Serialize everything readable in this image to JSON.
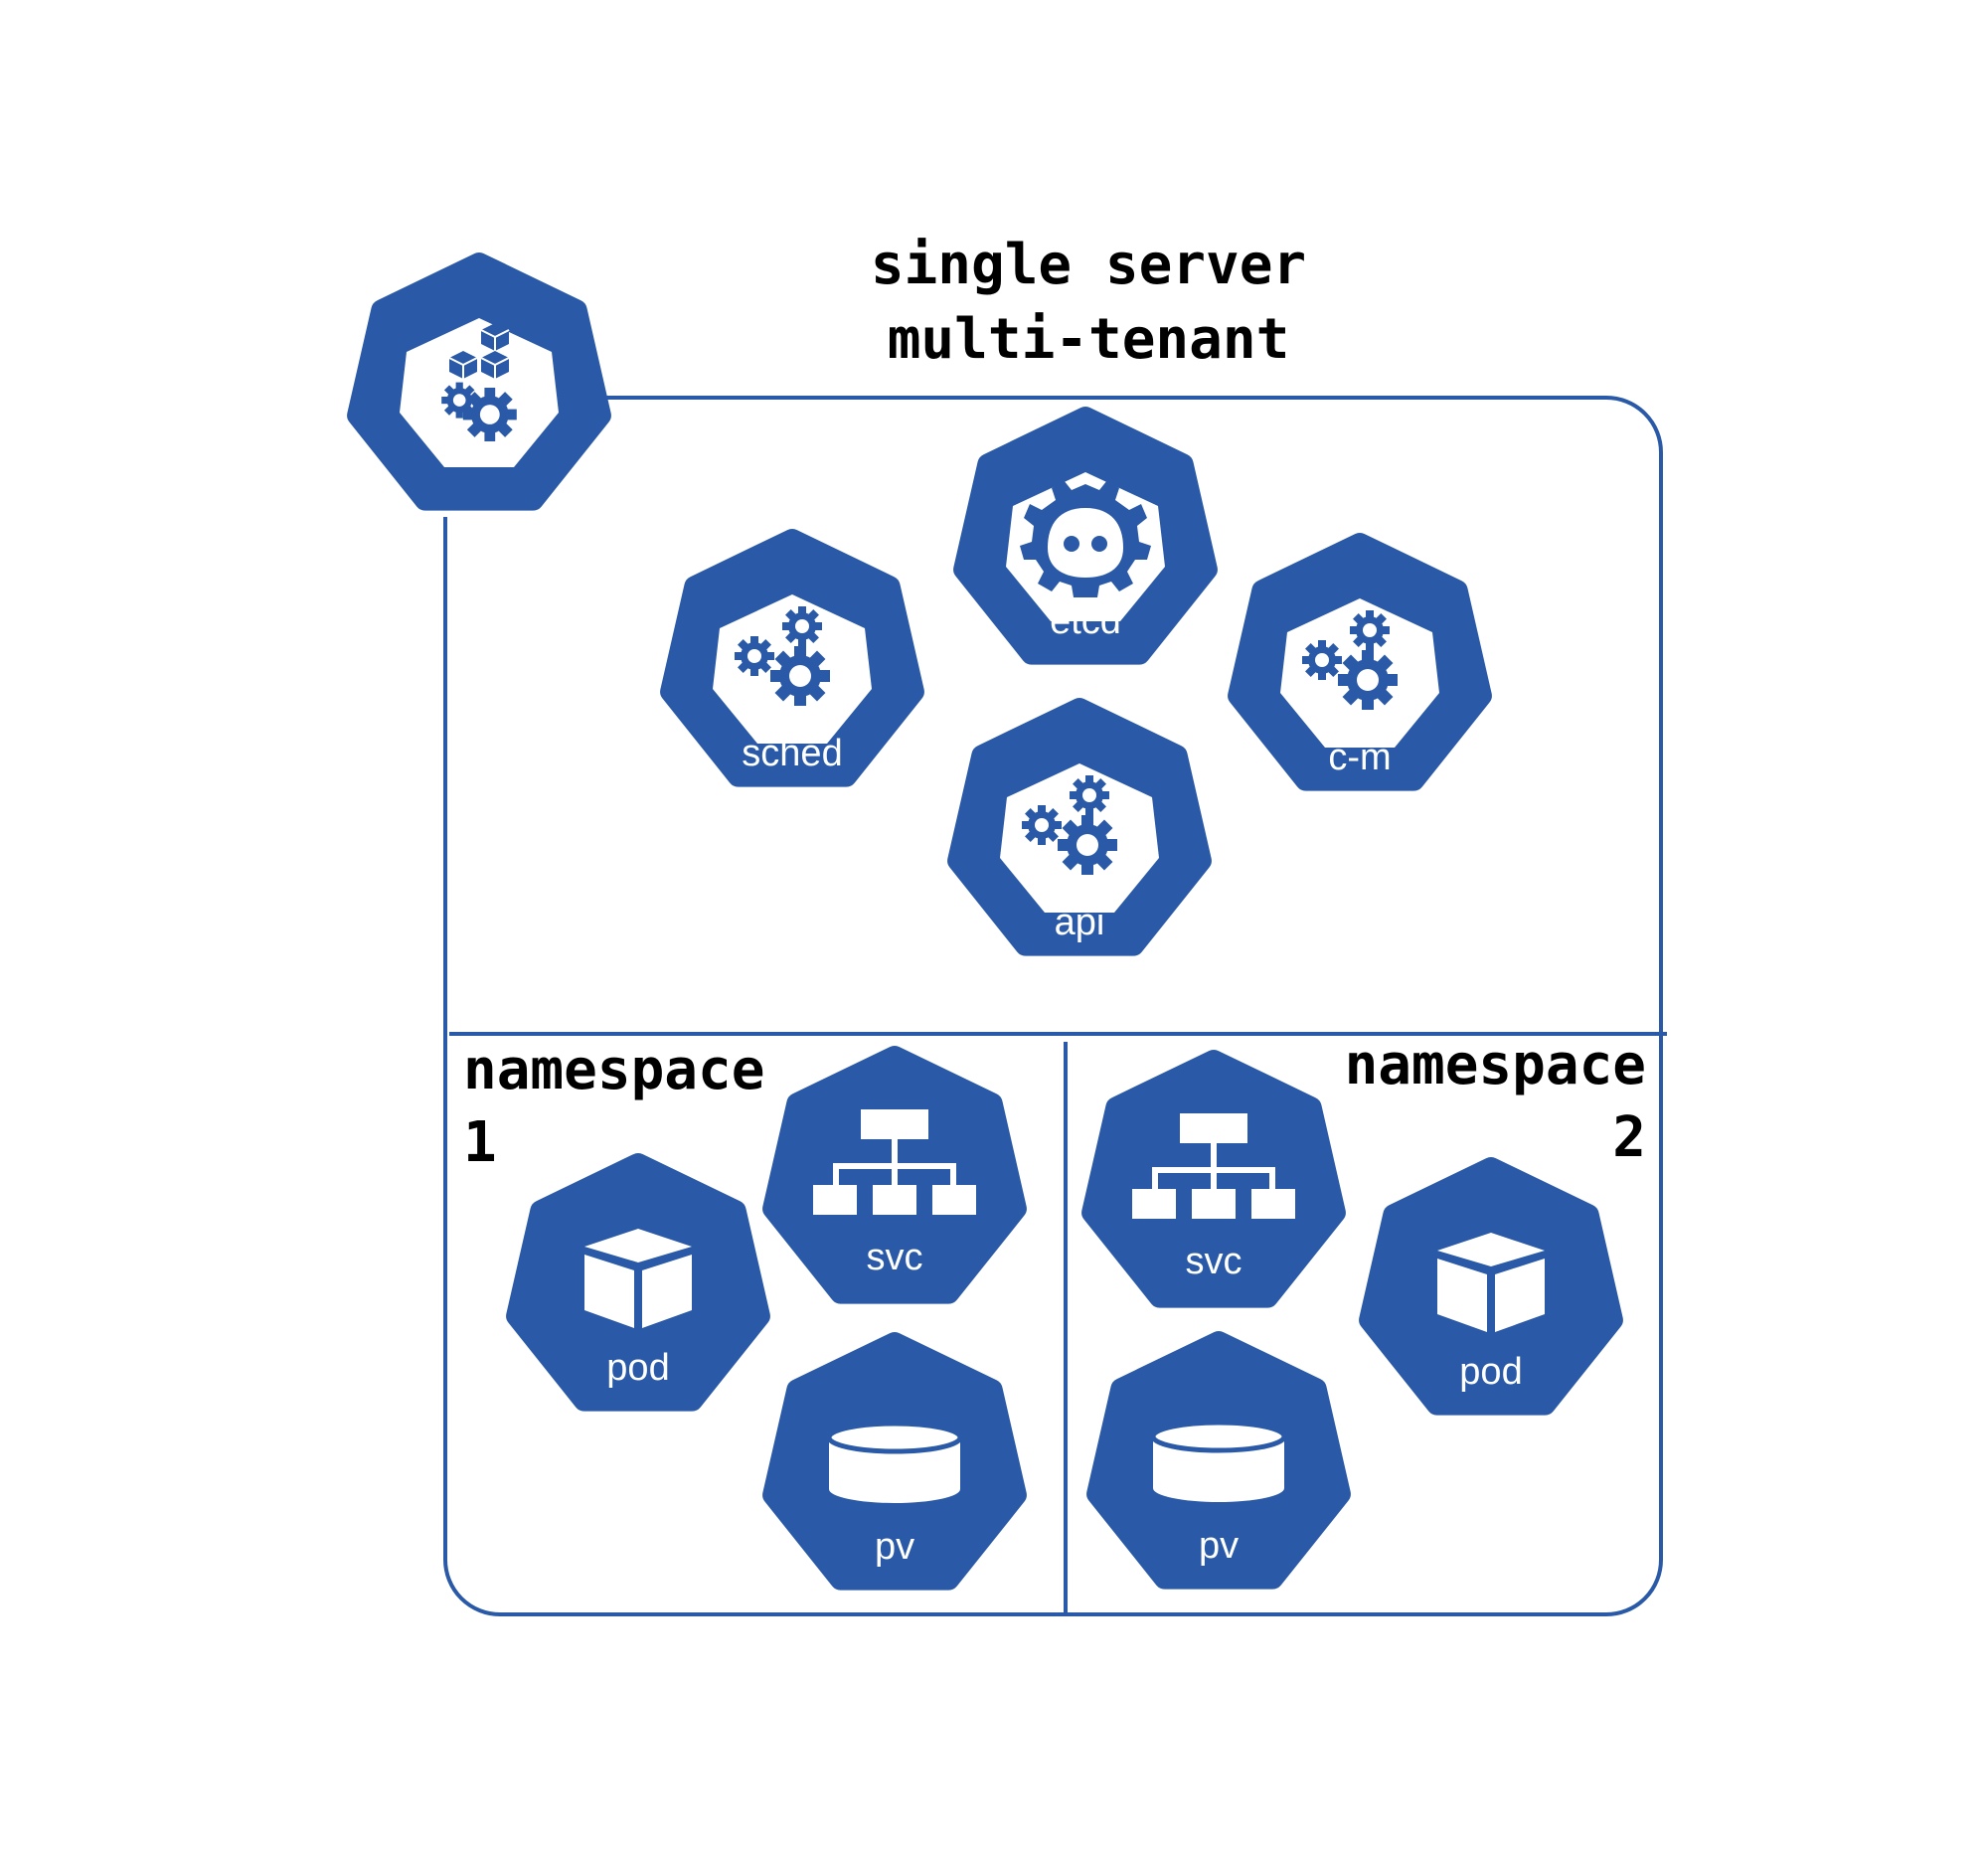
{
  "title": {
    "line1": "single server",
    "line2": "multi-tenant"
  },
  "colors": {
    "accent": "#2a5aa7",
    "background": "#ffffff",
    "text": "#000000"
  },
  "control_plane": {
    "etcd": "etcd",
    "sched": "sched",
    "cm": "c-m",
    "api": "api"
  },
  "namespace1": {
    "label": "namespace",
    "number": "1",
    "pod": "pod",
    "svc": "svc",
    "pv": "pv"
  },
  "namespace2": {
    "label": "namespace",
    "number": "2",
    "pod": "pod",
    "svc": "svc",
    "pv": "pv"
  },
  "icons": {
    "server": "control-plane-icon",
    "etcd": "etcd-icon",
    "sched": "gears-icon",
    "cm": "gears-icon",
    "api": "gears-icon",
    "pod": "cube-icon",
    "svc": "network-tree-icon",
    "pv": "cylinder-icon"
  }
}
